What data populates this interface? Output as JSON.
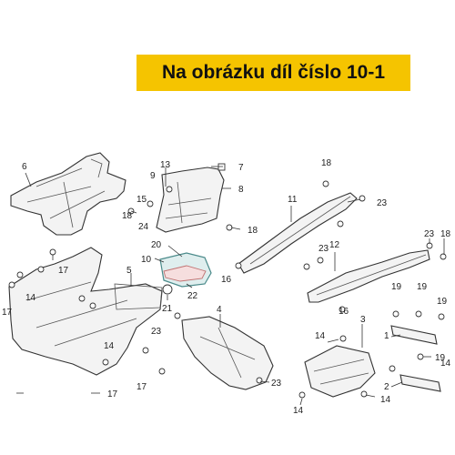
{
  "banner": {
    "text": "Na obrázku díl číslo 10-1"
  },
  "labels": {
    "l1": "1",
    "l2": "2",
    "l3": "3",
    "l4": "4",
    "l5": "5",
    "l6": "6",
    "l7": "7",
    "l8": "8",
    "l10": "10",
    "l11": "11",
    "l12": "12",
    "l13": "13",
    "l14a": "14",
    "l14b": "14",
    "l14c": "14",
    "l14d": "14",
    "l14e": "14",
    "l14f": "14",
    "l15": "15",
    "l16a": "16",
    "l16b": "16",
    "l17a": "17",
    "l17b": "17",
    "l17c": "17",
    "l17d": "17",
    "l18a": "18",
    "l18b": "18",
    "l18c": "18",
    "l18d": "18",
    "l19a": "19",
    "l19b": "19",
    "l19c": "19",
    "l19d": "19",
    "l20": "20",
    "l21": "21",
    "l22": "22",
    "l23a": "23",
    "l23b": "23",
    "l23c": "23",
    "l23d": "23",
    "l23e": "23",
    "l24": "24"
  },
  "colors": {
    "banner": "#f5c400",
    "highlight": "#4a8a8a"
  }
}
